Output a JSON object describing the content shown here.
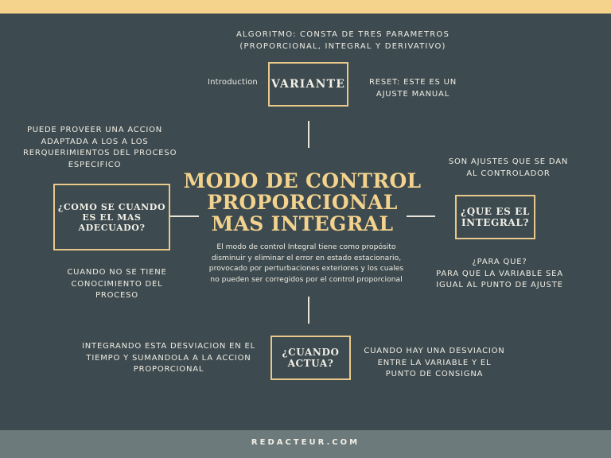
{
  "header": {
    "algoritmo_line1": "ALGORITMO: CONSTA DE TRES PARAMETROS",
    "algoritmo_line2": "(PROPORCIONAL, INTEGRAL Y DERIVATIVO)"
  },
  "top": {
    "introduction": "Introduction",
    "variante": "VARIANTE",
    "reset_line1": "RESET: ESTE ES UN",
    "reset_line2": "AJUSTE MANUAL"
  },
  "left": {
    "puede_line1": "PUEDE PROVEER UNA ACCION",
    "puede_line2": "ADAPTADA A LOS  A LOS",
    "puede_line3": "RERQUERIMIENTOS DEL PROCESO",
    "puede_line4": "ESPECIFICO",
    "box_line1": "¿COMO SE CUANDO",
    "box_line2": "ES EL MAS",
    "box_line3": "ADECUADO?",
    "cuando_line1": "CUANDO NO SE TIENE",
    "cuando_line2": "CONOCIMIENTO DEL",
    "cuando_line3": "PROCESO"
  },
  "center": {
    "title_line1": "MODO DE CONTROL",
    "title_line2": "PROPORCIONAL",
    "title_line3": "MAS INTEGRAL",
    "body_line1": "El modo de control Integral tiene como propósito",
    "body_line2": "disminuir y eliminar el error en estado estacionario,",
    "body_line3": "provocado por perturbaciones exteriores y los cuales",
    "body_line4": "no pueden ser corregidos por el control proporcional"
  },
  "right": {
    "son_line1": "SON AJUSTES QUE SE DAN",
    "son_line2": "AL CONTROLADOR",
    "box_line1": "¿QUE ES EL",
    "box_line2": "INTEGRAL?",
    "para_line1": "¿PARA QUE?",
    "para_line2": "PARA QUE LA VARIABLE SEA",
    "para_line3": "IGUAL AL PUNTO DE AJUSTE"
  },
  "bottom": {
    "integrando_line1": "INTEGRANDO ESTA DESVIACION EN EL",
    "integrando_line2": "TIEMPO Y SUMANDOLA A LA ACCION",
    "integrando_line3": "PROPORCIONAL",
    "box_line1": "¿CUANDO",
    "box_line2": "ACTUA?",
    "hay_line1": "CUANDO HAY UNA DESVIACION",
    "hay_line2": "ENTRE LA VARIABLE Y EL",
    "hay_line3": "PUNTO DE CONSIGNA"
  },
  "footer": {
    "brand": "REDACTEUR.COM"
  },
  "colors": {
    "background": "#3d4a4f",
    "accent": "#f3d28d",
    "top_bar": "#f6d38c",
    "footer": "#6d7a7c"
  }
}
